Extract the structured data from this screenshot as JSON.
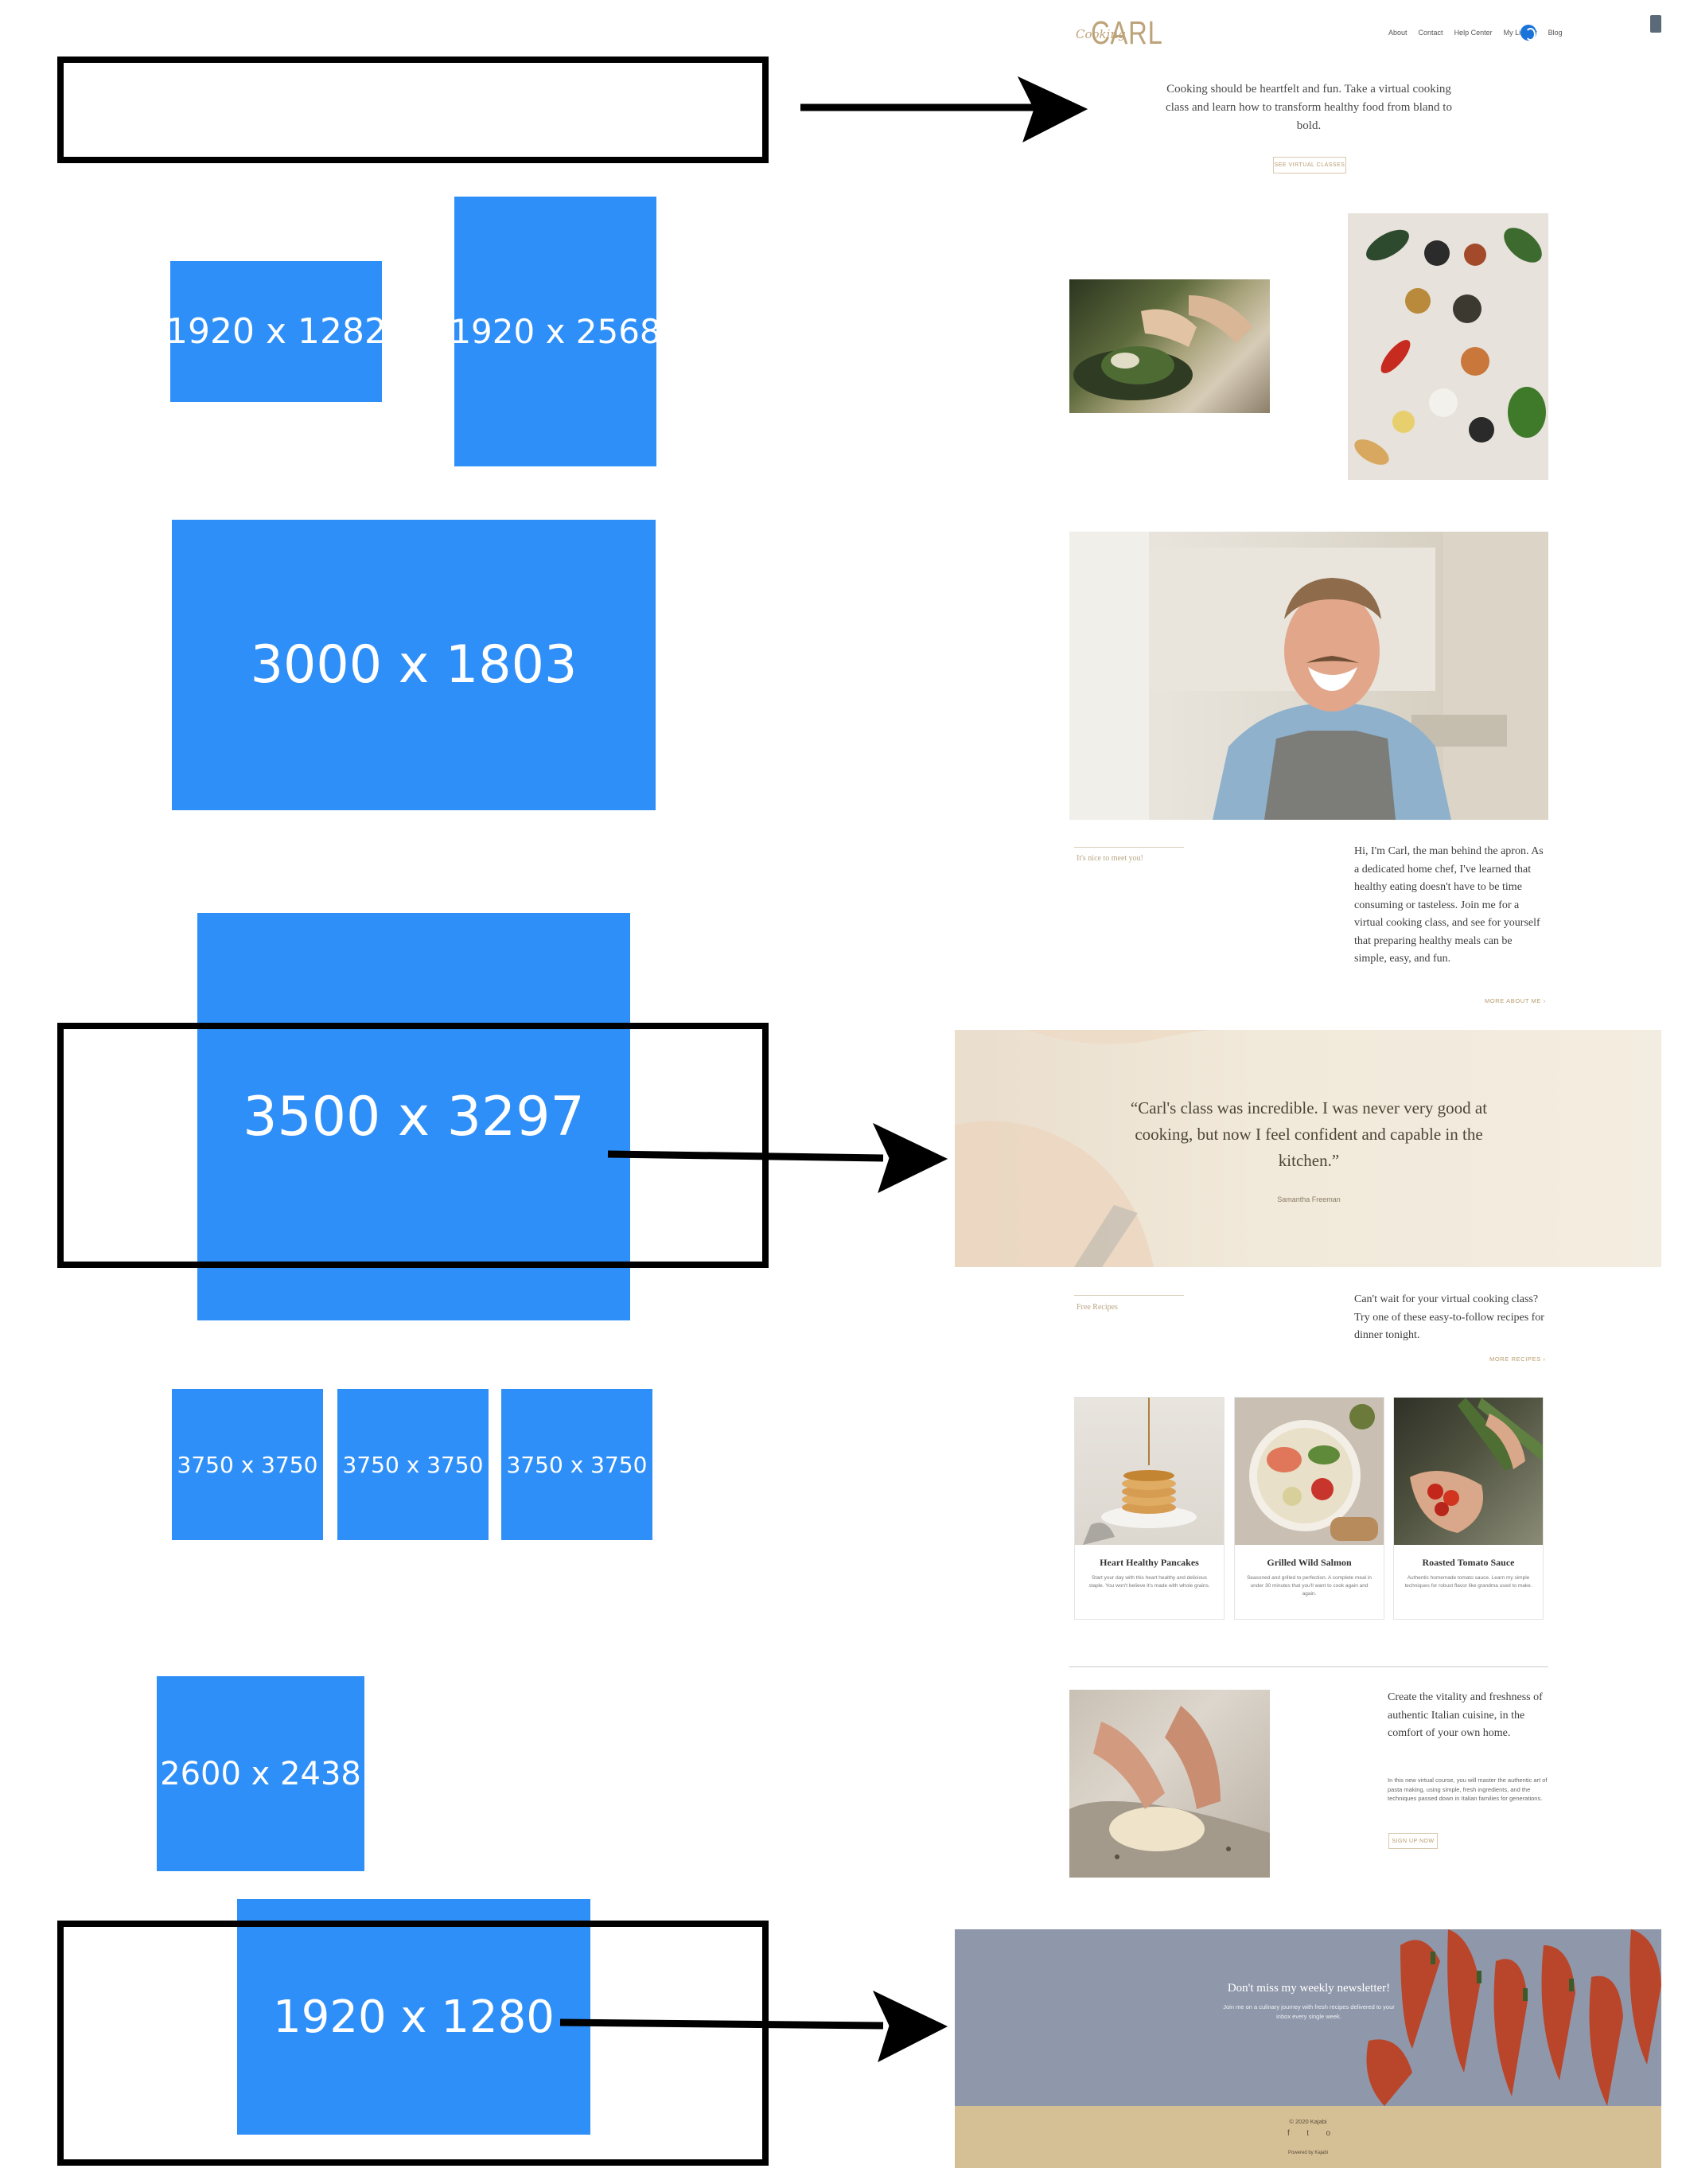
{
  "annotations": {
    "boxes": [
      {
        "id": "b1",
        "label": "1920 x 1282"
      },
      {
        "id": "b2",
        "label": "1920 x 2568"
      },
      {
        "id": "b3",
        "label": "3000 x 1803"
      },
      {
        "id": "b4",
        "label": "3500 x 3297"
      },
      {
        "id": "b5",
        "label": "3750 x 3750"
      },
      {
        "id": "b6",
        "label": "3750 x 3750"
      },
      {
        "id": "b7",
        "label": "3750 x 3750"
      },
      {
        "id": "b8",
        "label": "2600 x 2438"
      },
      {
        "id": "b9",
        "label": "1920 x 1280"
      }
    ]
  },
  "site": {
    "logo": {
      "script": "Cooking",
      "main": "CARL"
    },
    "nav": [
      "About",
      "Contact",
      "Help Center",
      "My Library",
      "Blog"
    ],
    "hero": {
      "text": "Cooking should be heartfelt and fun. Take a virtual cooking class and learn how to transform healthy food from bland to bold.",
      "button": "SEE VIRTUAL CLASSES"
    },
    "about": {
      "label": "It's nice to meet you!",
      "text": "Hi, I'm Carl, the man behind the apron. As a dedicated home chef, I've learned that healthy eating doesn't have to be time consuming or tasteless. Join me for a virtual cooking class, and see for yourself that preparing healthy meals can be simple, easy, and fun.",
      "link": "MORE ABOUT ME ›"
    },
    "testimonial": {
      "quote": "“Carl's class was incredible. I was never very good at cooking, but now I feel confident and capable in the kitchen.”",
      "author": "Samantha Freeman"
    },
    "recipes": {
      "label": "Free Recipes",
      "text": "Can't wait for your virtual cooking class? Try one of these easy-to-follow recipes for dinner tonight.",
      "link": "MORE RECIPES ›",
      "cards": [
        {
          "title": "Heart Healthy Pancakes",
          "desc": "Start your day with this heart healthy and delicious staple. You won't believe it's made with whole grains."
        },
        {
          "title": "Grilled Wild Salmon",
          "desc": "Seasoned and grilled to perfection. A complete meal in under 30 minutes that you'll want to cook again and again."
        },
        {
          "title": "Roasted Tomato Sauce",
          "desc": "Authentic homemade tomato sauce. Learn my simple techniques for robust flavor like grandma used to make."
        }
      ]
    },
    "italian": {
      "heading": "Create the vitality and freshness of authentic Italian cuisine, in the comfort of your own home.",
      "body": "In this new virtual course, you will master the authentic art of pasta making, using simple, fresh ingredients, and the techniques passed down in Italian families for generations.",
      "button": "SIGN UP NOW"
    },
    "newsletter": {
      "title": "Don't miss my weekly newsletter!",
      "subtitle": "Join me on a culinary journey with fresh recipes delivered to your inbox every single week."
    },
    "footer": {
      "copyright": "© 2020 Kajabi",
      "social": [
        "f",
        "t",
        "o"
      ],
      "powered": "Powered by Kajabi"
    }
  },
  "colors": {
    "annotation_blue": "#2f8ff8",
    "accent_gold": "#bda37a",
    "footer_tan": "#d5bf95",
    "newsletter_bg": "#8f97aa"
  }
}
